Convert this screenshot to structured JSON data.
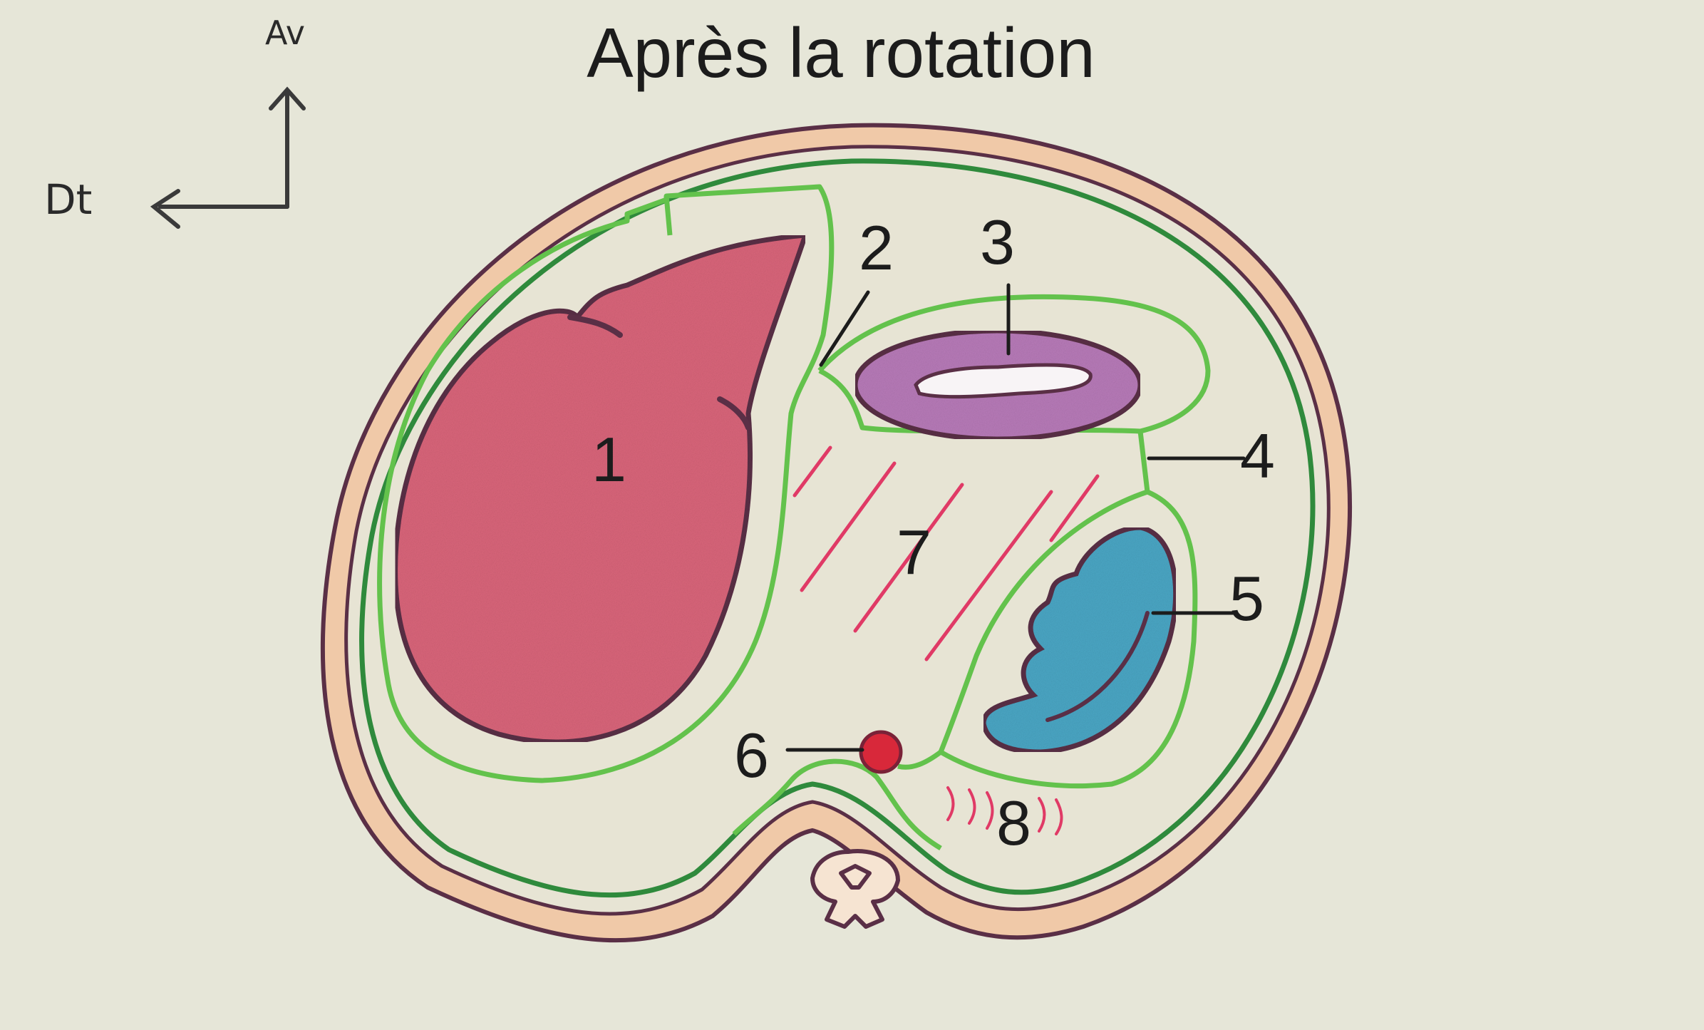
{
  "title": "Après la rotation",
  "orientation": {
    "up": "Av",
    "left": "Dt"
  },
  "labels": {
    "n1": "1",
    "n2": "2",
    "n3": "3",
    "n4": "4",
    "n5": "5",
    "n6": "6",
    "n7": "7",
    "n8": "8"
  },
  "colors": {
    "paper": "#e6e6d8",
    "body_wall": "#f0c9a8",
    "peritoneum": "#55b84a",
    "liver": "#d9657a",
    "stomach": "#b77ab8",
    "spleen": "#4aa6c4",
    "aorta": "#d8283a",
    "outline": "#5a2f46"
  }
}
